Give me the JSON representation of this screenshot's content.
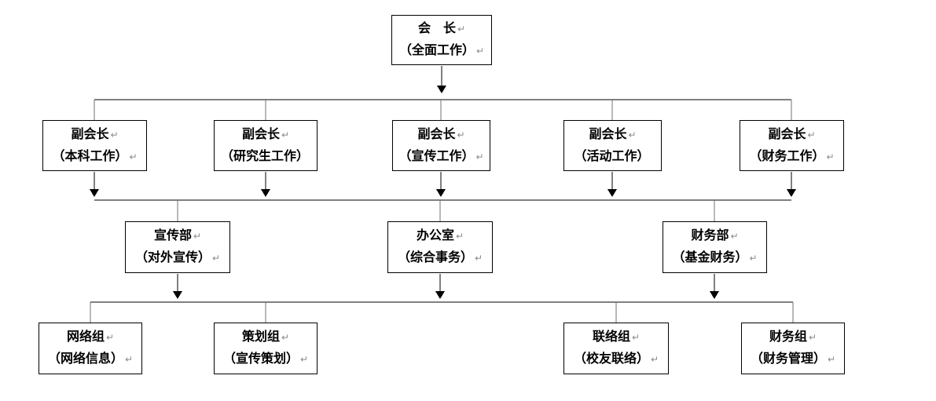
{
  "diagram": {
    "type": "org-chart",
    "colors": {
      "line": "#000000",
      "stub_line": "#707070",
      "box_border": "#000000",
      "text": "#000000",
      "return_mark": "#8a8a8a",
      "background": "#ffffff"
    },
    "nodes": {
      "president": {
        "line1": "会　长",
        "line2": "（全面工作）",
        "mark1": "↵",
        "mark2": "↵"
      },
      "vp_undergrad": {
        "line1": "副会长",
        "line2": "（本科工作）",
        "mark1": "↵",
        "mark2": "↵"
      },
      "vp_graduate": {
        "line1": "副会长",
        "line2": "（研究生工作）",
        "mark1": "↵",
        "mark2": ""
      },
      "vp_publicity": {
        "line1": "副会长",
        "line2": "（宣传工作）",
        "mark1": "↵",
        "mark2": "↵"
      },
      "vp_activity": {
        "line1": "副会长",
        "line2": "（活动工作）",
        "mark1": "↵",
        "mark2": ""
      },
      "vp_finance": {
        "line1": "副会长",
        "line2": "（财务工作）",
        "mark1": "↵",
        "mark2": "↵"
      },
      "dept_publicity": {
        "line1": "宣传部",
        "line2": "（对外宣传）",
        "mark1": "↵",
        "mark2": "↵"
      },
      "dept_office": {
        "line1": "办公室",
        "line2": "（综合事务）",
        "mark1": "↵",
        "mark2": "↵"
      },
      "dept_finance": {
        "line1": "财务部",
        "line2": "（基金财务）",
        "mark1": "↵",
        "mark2": "↵"
      },
      "team_network": {
        "line1": "网络组",
        "line2": "（网络信息）",
        "mark1": "↵",
        "mark2": "↵"
      },
      "team_planning": {
        "line1": "策划组",
        "line2": "（宣传策划）",
        "mark1": "↵",
        "mark2": "↵"
      },
      "team_liaison": {
        "line1": "联络组",
        "line2": "（校友联络）",
        "mark1": "↵",
        "mark2": "↵"
      },
      "team_finance": {
        "line1": "财务组",
        "line2": "（财务管理）",
        "mark1": "↵",
        "mark2": "↵"
      }
    },
    "hierarchy": [
      {
        "from": "president",
        "to": [
          "vp_undergrad",
          "vp_graduate",
          "vp_publicity",
          "vp_activity",
          "vp_finance"
        ]
      },
      {
        "from": "vice_presidents_bus",
        "to": [
          "dept_publicity",
          "dept_office",
          "dept_finance"
        ]
      },
      {
        "from": "departments_bus",
        "to": [
          "team_network",
          "team_planning",
          "team_liaison",
          "team_finance"
        ]
      }
    ]
  }
}
